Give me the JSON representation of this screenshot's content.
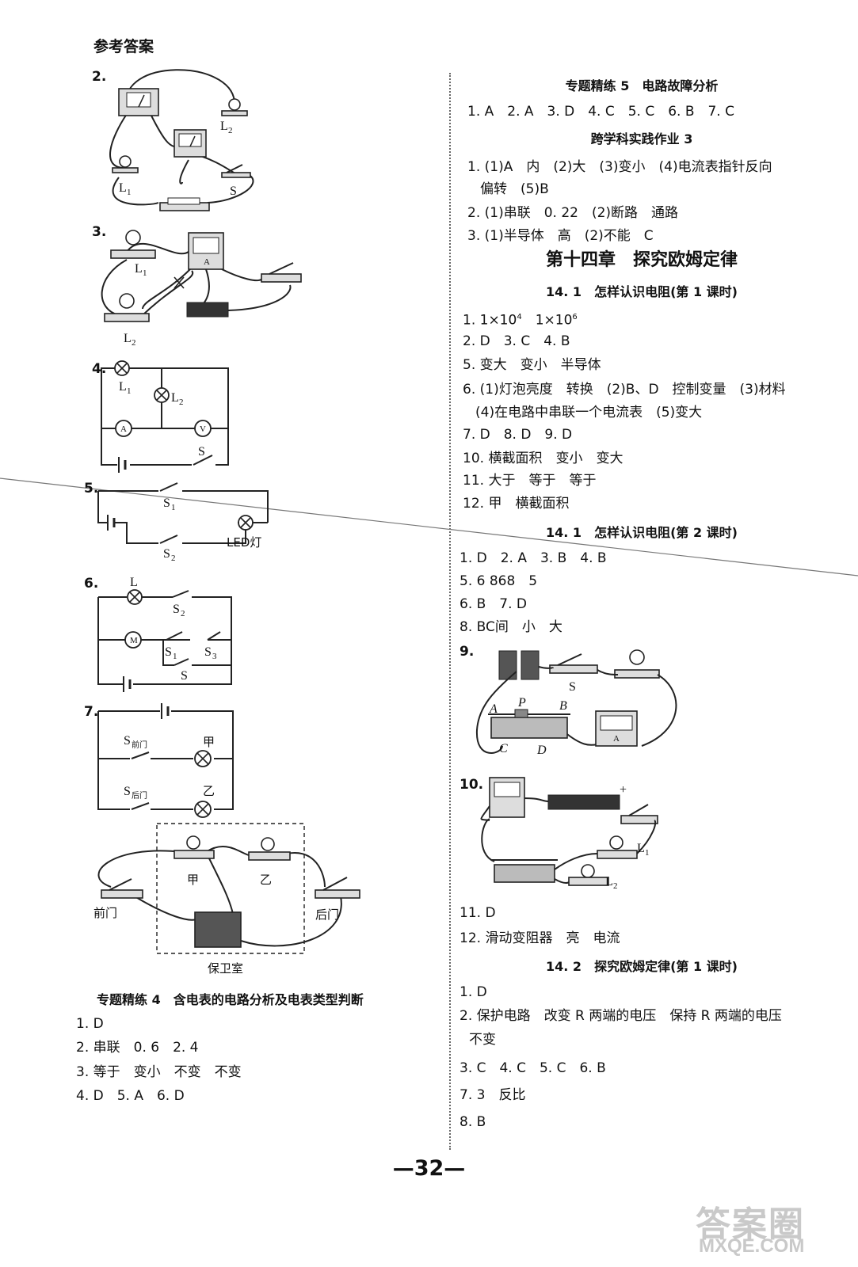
{
  "header": {
    "title": "参考答案"
  },
  "left": {
    "q2": "2.",
    "q3": "3.",
    "q4": "4.",
    "q5": "5.",
    "q6": "6.",
    "q7": "7.",
    "fig2": {
      "L2": "L",
      "L2sub": "2",
      "L1": "L",
      "L1sub": "1",
      "S": "S"
    },
    "fig3": {
      "L1": "L",
      "L1sub": "1",
      "L2": "L",
      "L2sub": "2",
      "A": "A"
    },
    "fig4": {
      "L1": "L",
      "L1sub": "1",
      "L2": "L",
      "L2sub": "2",
      "A": "A",
      "V": "V",
      "S": "S"
    },
    "fig5": {
      "S1": "S",
      "S1sub": "1",
      "S2": "S",
      "S2sub": "2",
      "led": "LED灯"
    },
    "fig6": {
      "L": "L",
      "S2": "S",
      "S2sub": "2",
      "M": "M",
      "S1": "S",
      "S1sub": "1",
      "S3": "S",
      "S3sub": "3",
      "S": "S"
    },
    "fig7": {
      "Sq": "S",
      "Sqsub": "前门",
      "jia": "甲",
      "Sh": "S",
      "Shsub": "后门",
      "yi": "乙"
    },
    "fig7b": {
      "jia": "甲",
      "yi": "乙",
      "front": "前门",
      "back": "后门",
      "guard": "保卫室"
    },
    "sec4_title": "专题精练 4　含电表的电路分析及电表类型判断",
    "sec4": [
      "1. D",
      "2. 串联　0. 6　2. 4",
      "3. 等于　变小　不变　不变",
      "4. D　5. A　6. D"
    ]
  },
  "right": {
    "sec5_title": "专题精练 5　电路故障分析",
    "sec5": [
      "1. A　2. A　3. D　4. C　5. C　6. B　7. C"
    ],
    "prac3_title": "跨学科实践作业 3",
    "prac3": [
      "1. (1)A　内　(2)大　(3)变小　(4)电流表指针反向",
      "偏转　(5)B",
      "2. (1)串联　0. 22　(2)断路　通路",
      "3. (1)半导体　高　(2)不能　C"
    ],
    "chapter": "第十四章　探究欧姆定律",
    "l1_title": "14. 1　怎样认识电阻(第 1 课时)",
    "l1_q1": {
      "num": "1. ",
      "a": "1×10",
      "ae": "4",
      "b": "　1×10",
      "be": "6"
    },
    "l1": [
      "2. D　3. C　4. B",
      "5. 变大　变小　半导体",
      "6. (1)灯泡亮度　转换　(2)B、D　控制变量　(3)材料",
      "(4)在电路中串联一个电流表　(5)变大",
      "7. D　8. D　9. D",
      "10. 横截面积　变小　变大",
      "11. 大于　等于　等于",
      "12. 甲　横截面积"
    ],
    "l2_title": "14. 1　怎样认识电阻(第 2 课时)",
    "l2": [
      "1. D　2. A　3. B　4. B",
      "5. 6 868　5",
      "6. B　7. D",
      "8. BC间　小　大",
      "9."
    ],
    "fig9": {
      "A": "A",
      "P": "P",
      "B": "B",
      "C": "C",
      "D": "D",
      "S": "S",
      "amm": "A"
    },
    "q10": "10.",
    "fig10": {
      "L1": "L",
      "L1sub": "1",
      "L2": "L",
      "L2sub": "2",
      "plus": "+"
    },
    "l2b": [
      "11. D",
      "12. 滑动变阻器　亮　电流"
    ],
    "l3_title": "14. 2　探究欧姆定律(第 1 课时)",
    "l3": [
      "1. D",
      "2. 保护电路　改变 R 两端的电压　保持 R 两端的电压",
      "不变",
      "3. C　4. C　5. C　6. B",
      "7. 3　反比",
      "8. B"
    ]
  },
  "footer": {
    "page": "—32—"
  },
  "watermark": {
    "line1": "答案圈",
    "line2": "MXQE.COM"
  }
}
